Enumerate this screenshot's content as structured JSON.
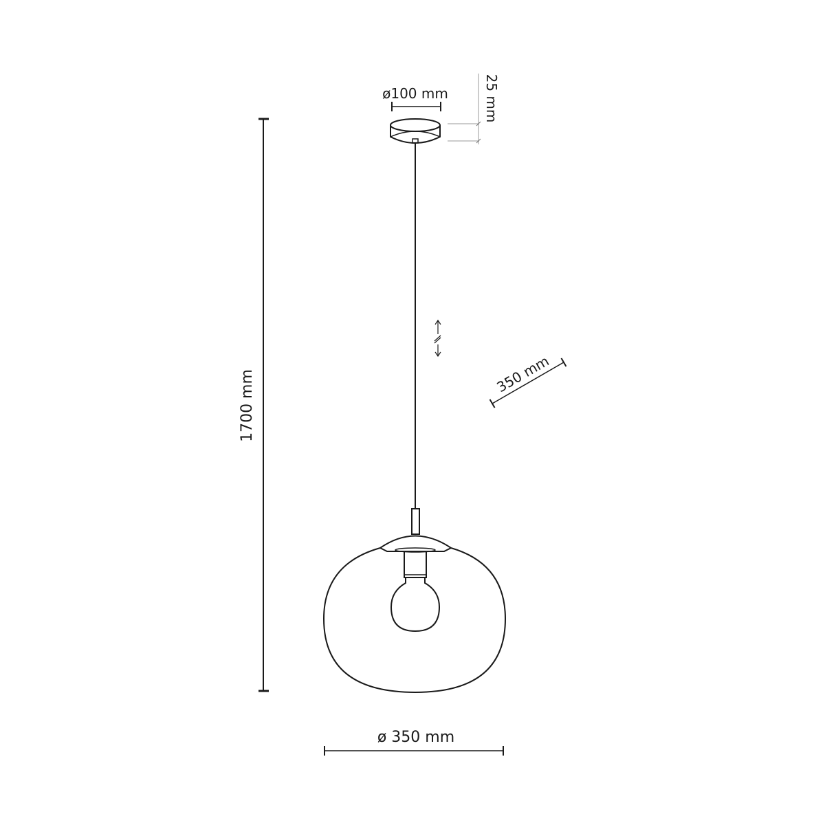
{
  "diagram": {
    "type": "technical dimension drawing",
    "subject": "pendant lamp",
    "colors": {
      "line": "#1a1a1a",
      "leader": "#9a9a9a",
      "background": "#ffffff"
    },
    "dimensions": {
      "canopy_diameter": "ø100 mm",
      "canopy_height": "25 mm",
      "total_height": "1700 mm",
      "shade_depth": "350 mm",
      "shade_diameter": "ø 350 mm"
    },
    "symbols": {
      "adjustable_cable": "adjustable-length-arrow-icon"
    },
    "parts": [
      "ceiling canopy",
      "suspension cable",
      "stem",
      "top cap",
      "socket",
      "globe bulb",
      "glass shade"
    ]
  }
}
